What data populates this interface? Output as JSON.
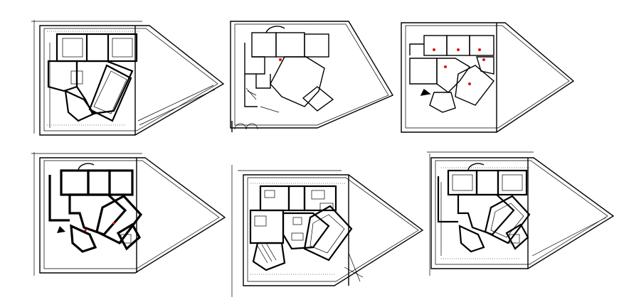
{
  "drawing": {
    "background": "#ffffff",
    "line_color": "#000000",
    "marker_color": "#e01010",
    "panels": [
      {
        "id": "plan-1",
        "row": 1,
        "col": 1,
        "style": "dimensioned"
      },
      {
        "id": "plan-2",
        "row": 1,
        "col": 2,
        "style": "outline"
      },
      {
        "id": "plan-3",
        "row": 1,
        "col": 3,
        "style": "outline-with-markers"
      },
      {
        "id": "plan-4",
        "row": 2,
        "col": 1,
        "style": "heavy-walls"
      },
      {
        "id": "plan-5",
        "row": 2,
        "col": 2,
        "style": "furnished"
      },
      {
        "id": "plan-6",
        "row": 2,
        "col": 3,
        "style": "dimensioned"
      }
    ]
  }
}
